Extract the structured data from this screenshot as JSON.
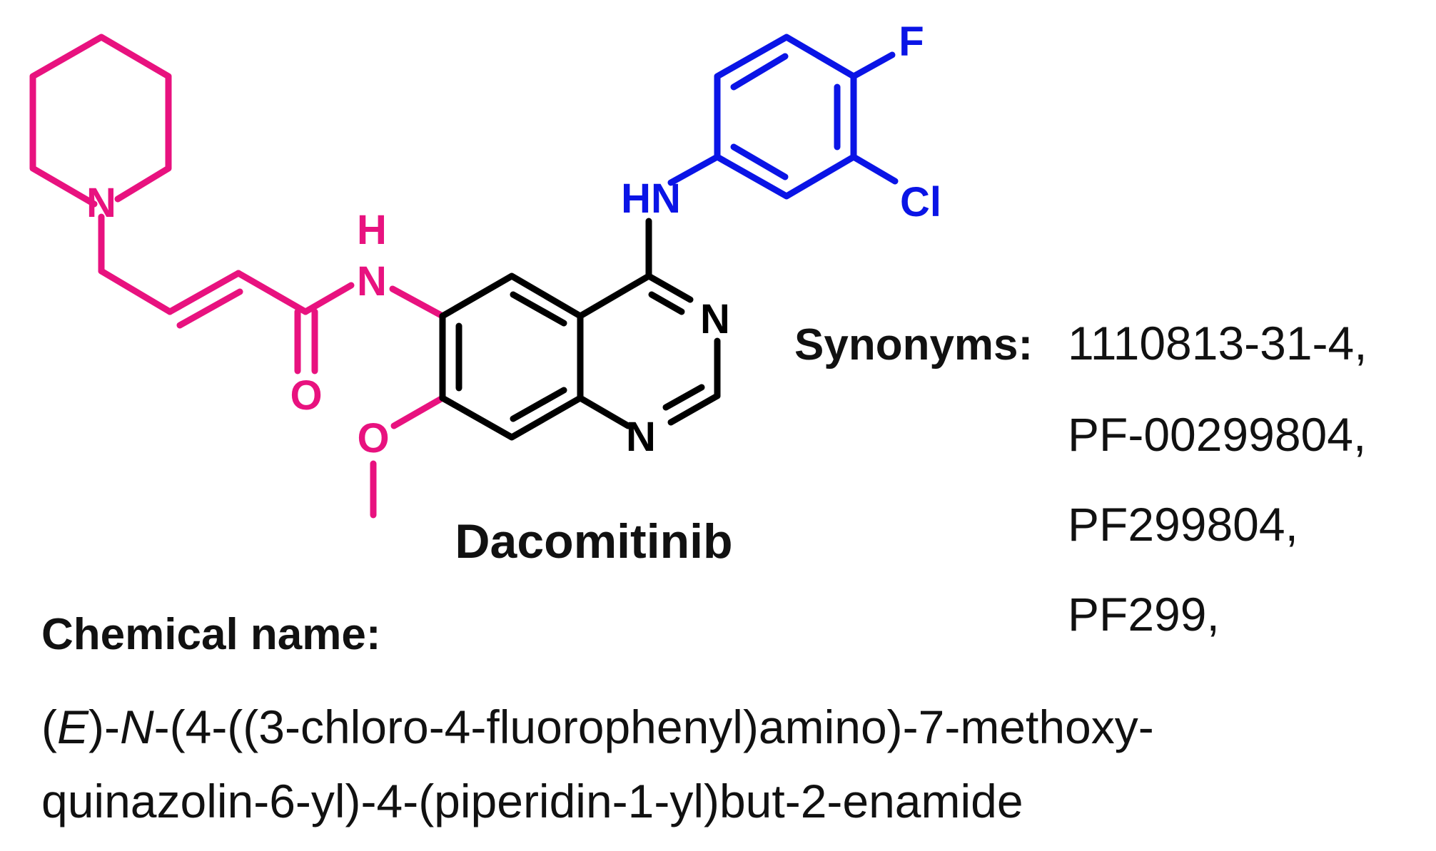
{
  "colors": {
    "side_chain": "#e8127f",
    "aniline": "#0a14e6",
    "core": "#000000",
    "text": "#111111"
  },
  "atoms": {
    "piperidine_n": "N",
    "amide_h": "H",
    "amide_n": "N",
    "carbonyl_o": "O",
    "methoxy_o": "O",
    "amine_hn": "HN",
    "ring_n1": "N",
    "ring_n3": "N",
    "fluorine": "F",
    "chlorine": "Cl"
  },
  "compound_name": "Dacomitinib",
  "synonyms": {
    "label": "Synonyms:",
    "items": [
      "1110813-31-4,",
      "PF-00299804,",
      "PF299804,",
      "PF299,"
    ]
  },
  "chemical_name": {
    "label": "Chemical name:",
    "line1": {
      "p1": "(",
      "e": "E",
      "p2": ")-",
      "n": "N",
      "p3": "-(4-((3-chloro-4-fluorophenyl)amino)-7-methoxy-"
    },
    "line2": "quinazolin-6-yl)-4-(piperidin-1-yl)but-2-enamide"
  }
}
